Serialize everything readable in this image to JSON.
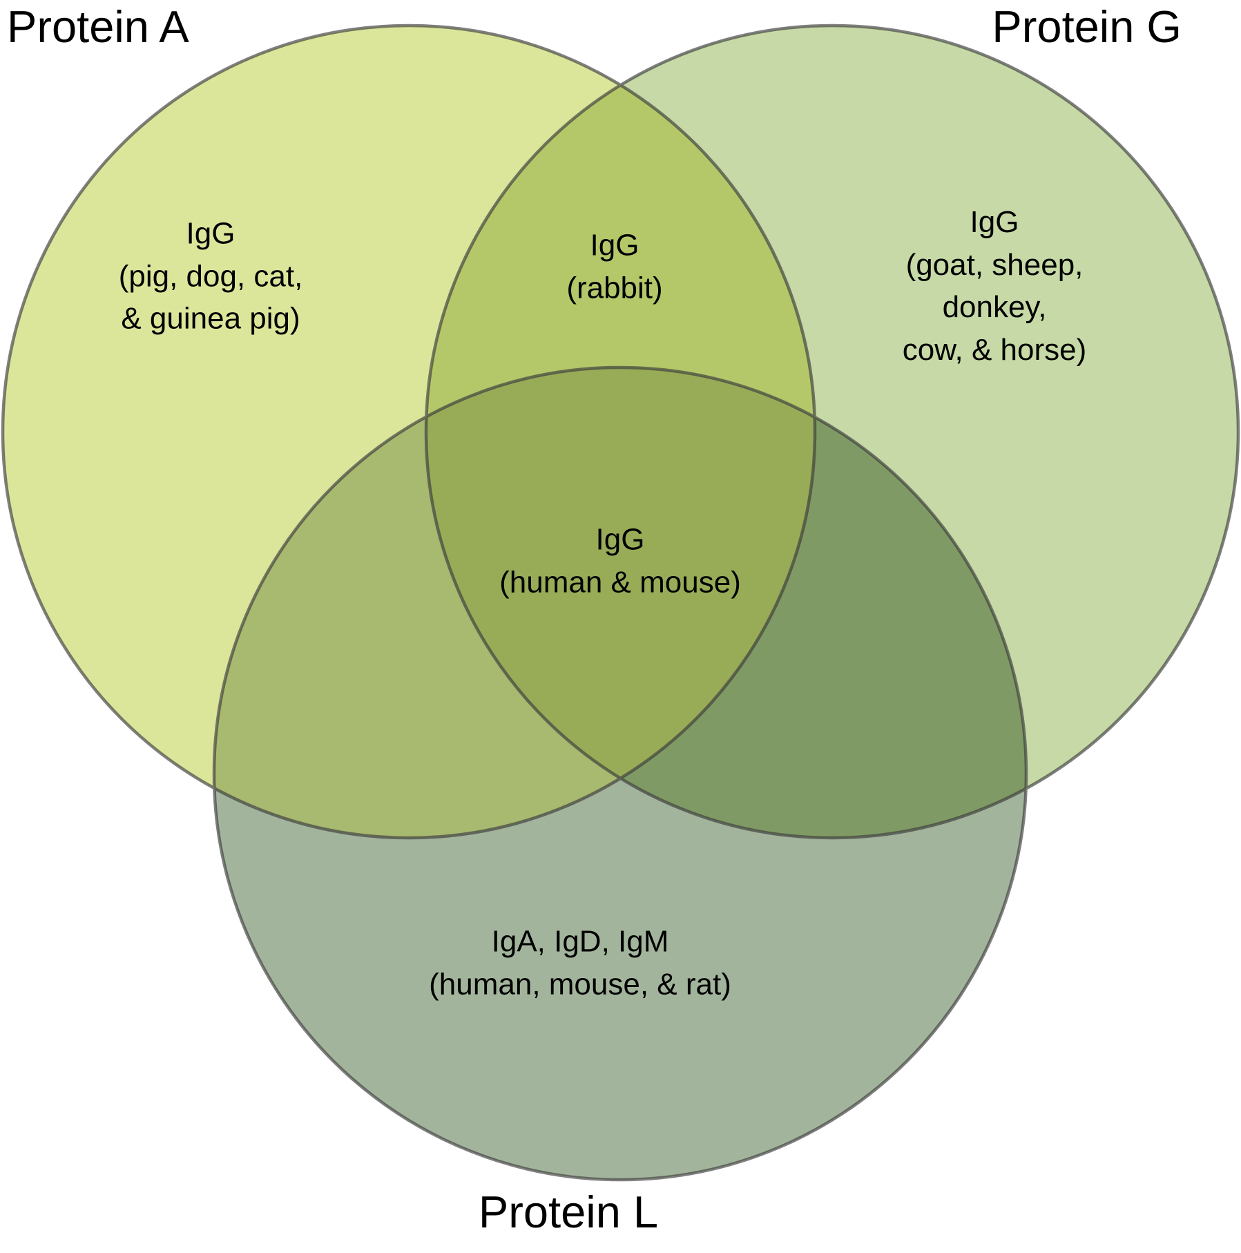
{
  "diagram": {
    "type": "venn",
    "set_a": {
      "title": "Protein A",
      "label": "IgG\n(pig, dog, cat,\n& guinea pig)"
    },
    "set_g": {
      "title": "Protein G",
      "label": "IgG\n(goat, sheep, donkey,\ncow, & horse)"
    },
    "set_l": {
      "title": "Protein L",
      "label": "IgA, IgD, IgM\n(human, mouse, & rat)"
    },
    "overlap_ag": {
      "label": "IgG\n(rabbit)"
    },
    "overlap_agl": {
      "label": "IgG\n(human & mouse)"
    },
    "colors": {
      "a_only": "#dce69b",
      "g_only": "#c6d9a6",
      "l_only": "#a3b49c",
      "a_g_overlap": "#b4c869",
      "a_l_overlap": "#a8b970",
      "g_l_overlap": "#7f9a64",
      "center_overlap": "#98ac58",
      "outline": "#3c3c3c",
      "text": "#000000",
      "background": "#ffffff"
    }
  }
}
